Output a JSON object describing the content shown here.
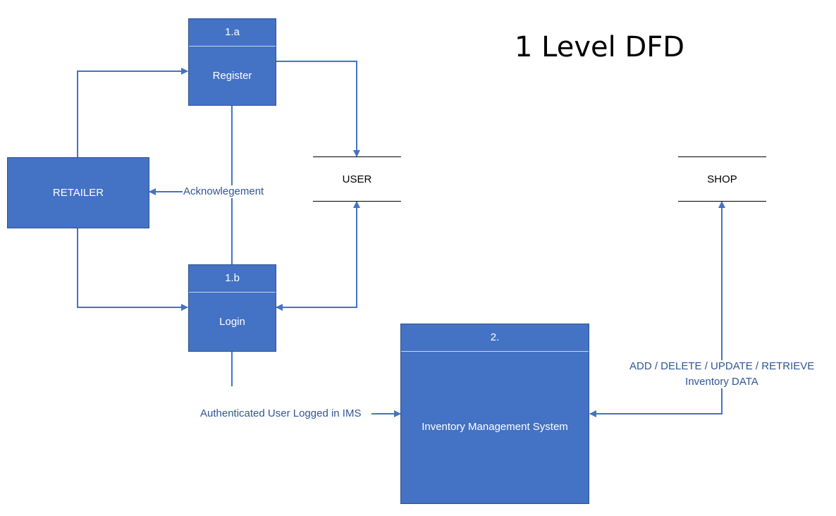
{
  "title": "1 Level DFD",
  "colors": {
    "process_fill": "#4472C4",
    "process_border": "#2F528F",
    "flow_line": "#4472C4",
    "flow_label": "#2F5597"
  },
  "processes": {
    "register": {
      "id": "1.a",
      "name": "Register"
    },
    "login": {
      "id": "1.b",
      "name": "Login"
    },
    "ims": {
      "id": "2.",
      "name": "Inventory Management System"
    }
  },
  "entities": {
    "retailer": "RETAILER"
  },
  "data_stores": {
    "user": "USER",
    "shop": "SHOP"
  },
  "flows": {
    "acknowledgement": "Acknowlegement",
    "authenticated": "Authenticated User Logged in IMS",
    "inventory_ops_line1": "ADD / DELETE / UPDATE / RETRIEVE",
    "inventory_ops_line2": "Inventory DATA"
  }
}
